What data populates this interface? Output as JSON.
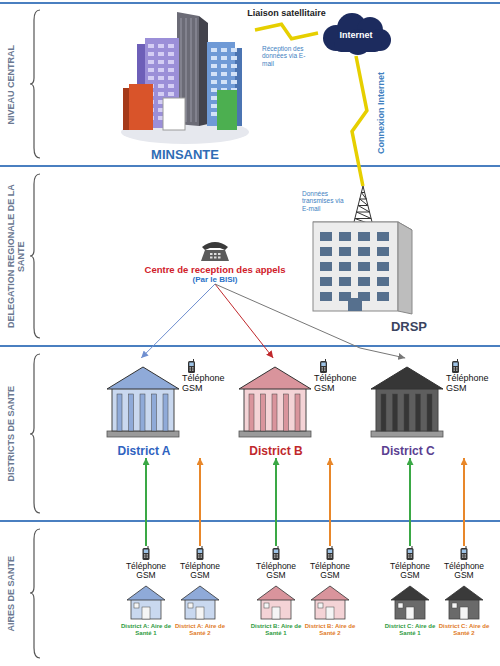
{
  "diagram": {
    "nodes": [
      {
        "text": [
          "NIVEAU CENTRAL"
        ]
      },
      {
        "text": [
          "MINSANTE"
        ],
        "in": 0
      },
      {
        "text": [
          "Internet"
        ],
        "in": 0
      },
      {
        "text": [
          "DELEGATION REGIONALE DE LA SANTE"
        ]
      },
      {
        "text": [
          "Centre de reception des appels",
          "(Par le BISI)"
        ],
        "in": 3
      },
      {
        "text": [
          "DRSP"
        ],
        "in": 3
      },
      {
        "text": [
          "DISTRICTS DE SANTE"
        ]
      },
      {
        "text": [
          "Téléphone GSM",
          "District A"
        ],
        "in": 6
      },
      {
        "text": [
          "Téléphone GSM",
          "District B"
        ],
        "in": 6
      },
      {
        "text": [
          "Téléphone GSM",
          "District C"
        ],
        "in": 6
      },
      {
        "text": [
          "AIRES DE SANTE"
        ]
      },
      {
        "text": [
          "Téléphone GSM",
          "District A: Aire de Santé 1"
        ],
        "in": 10
      },
      {
        "text": [
          "Téléphone GSM",
          "District A: Aire de Santé 2"
        ],
        "in": 10
      },
      {
        "text": [
          "Téléphone GSM",
          "District B: Aire de Santé 1"
        ],
        "in": 10
      },
      {
        "text": [
          "Téléphone GSM",
          "District B: Aire de Santé 2"
        ],
        "in": 10
      },
      {
        "text": [
          "Téléphone GSM",
          "District C: Aire de Santé 1"
        ],
        "in": 10
      },
      {
        "text": [
          "Téléphone GSM",
          "District C: Aire de Santé 2"
        ],
        "in": 10
      }
    ],
    "edges": [
      {
        "from": 1,
        "to": 2,
        "arrow": "none",
        "label": "Liaison satellitaire"
      },
      {
        "from": 2,
        "to": 5,
        "arrow": "none",
        "label": "Connexion Internet"
      },
      {
        "from": 4,
        "to": 7,
        "arrow": "to"
      },
      {
        "from": 4,
        "to": 8,
        "arrow": "to"
      },
      {
        "from": 4,
        "to": 9,
        "arrow": "to"
      },
      {
        "from": 11,
        "to": 7,
        "arrow": "to"
      },
      {
        "from": 12,
        "to": 7,
        "arrow": "to"
      },
      {
        "from": 13,
        "to": 8,
        "arrow": "to"
      },
      {
        "from": 14,
        "to": 8,
        "arrow": "to"
      },
      {
        "from": 15,
        "to": 9,
        "arrow": "to"
      },
      {
        "from": 16,
        "to": 9,
        "arrow": "to"
      }
    ],
    "labels": [
      "Réception des données via E-mail",
      "Données transmises via E-mail"
    ]
  }
}
